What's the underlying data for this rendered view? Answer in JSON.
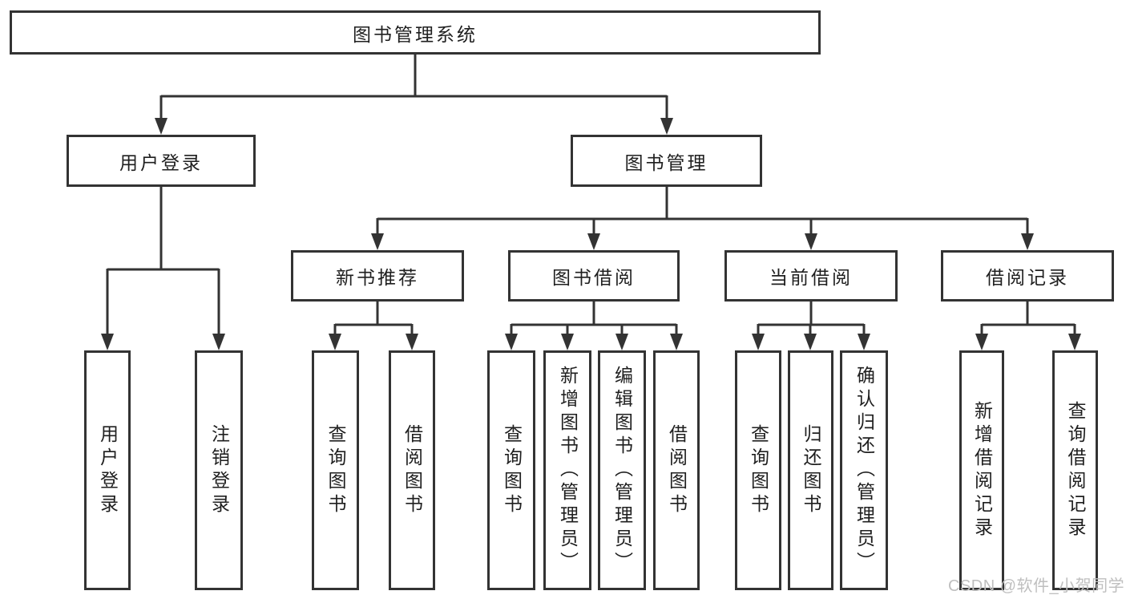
{
  "colors": {
    "line": "#333333",
    "text": "#1f1f1f",
    "node_bg": "#ffffff",
    "page_bg": "#ffffff",
    "watermark": "#bfbfbf"
  },
  "watermark": {
    "text": "CSDN @软件_小贺同学"
  },
  "tree": {
    "label": "图书管理系统",
    "children": [
      {
        "label": "用户登录",
        "children": [
          {
            "label": "用户登录"
          },
          {
            "label": "注销登录"
          }
        ]
      },
      {
        "label": "图书管理",
        "children": [
          {
            "label": "新书推荐",
            "children": [
              {
                "label": "查询图书"
              },
              {
                "label": "借阅图书"
              }
            ]
          },
          {
            "label": "图书借阅",
            "children": [
              {
                "label": "查询图书"
              },
              {
                "label": "新增图书（管理员）"
              },
              {
                "label": "编辑图书（管理员）"
              },
              {
                "label": "借阅图书"
              }
            ]
          },
          {
            "label": "当前借阅",
            "children": [
              {
                "label": "查询图书"
              },
              {
                "label": "归还图书"
              },
              {
                "label": "确认归还（管理员）"
              }
            ]
          },
          {
            "label": "借阅记录",
            "children": [
              {
                "label": "新增借阅记录"
              },
              {
                "label": "查询借阅记录"
              }
            ]
          }
        ]
      }
    ]
  }
}
